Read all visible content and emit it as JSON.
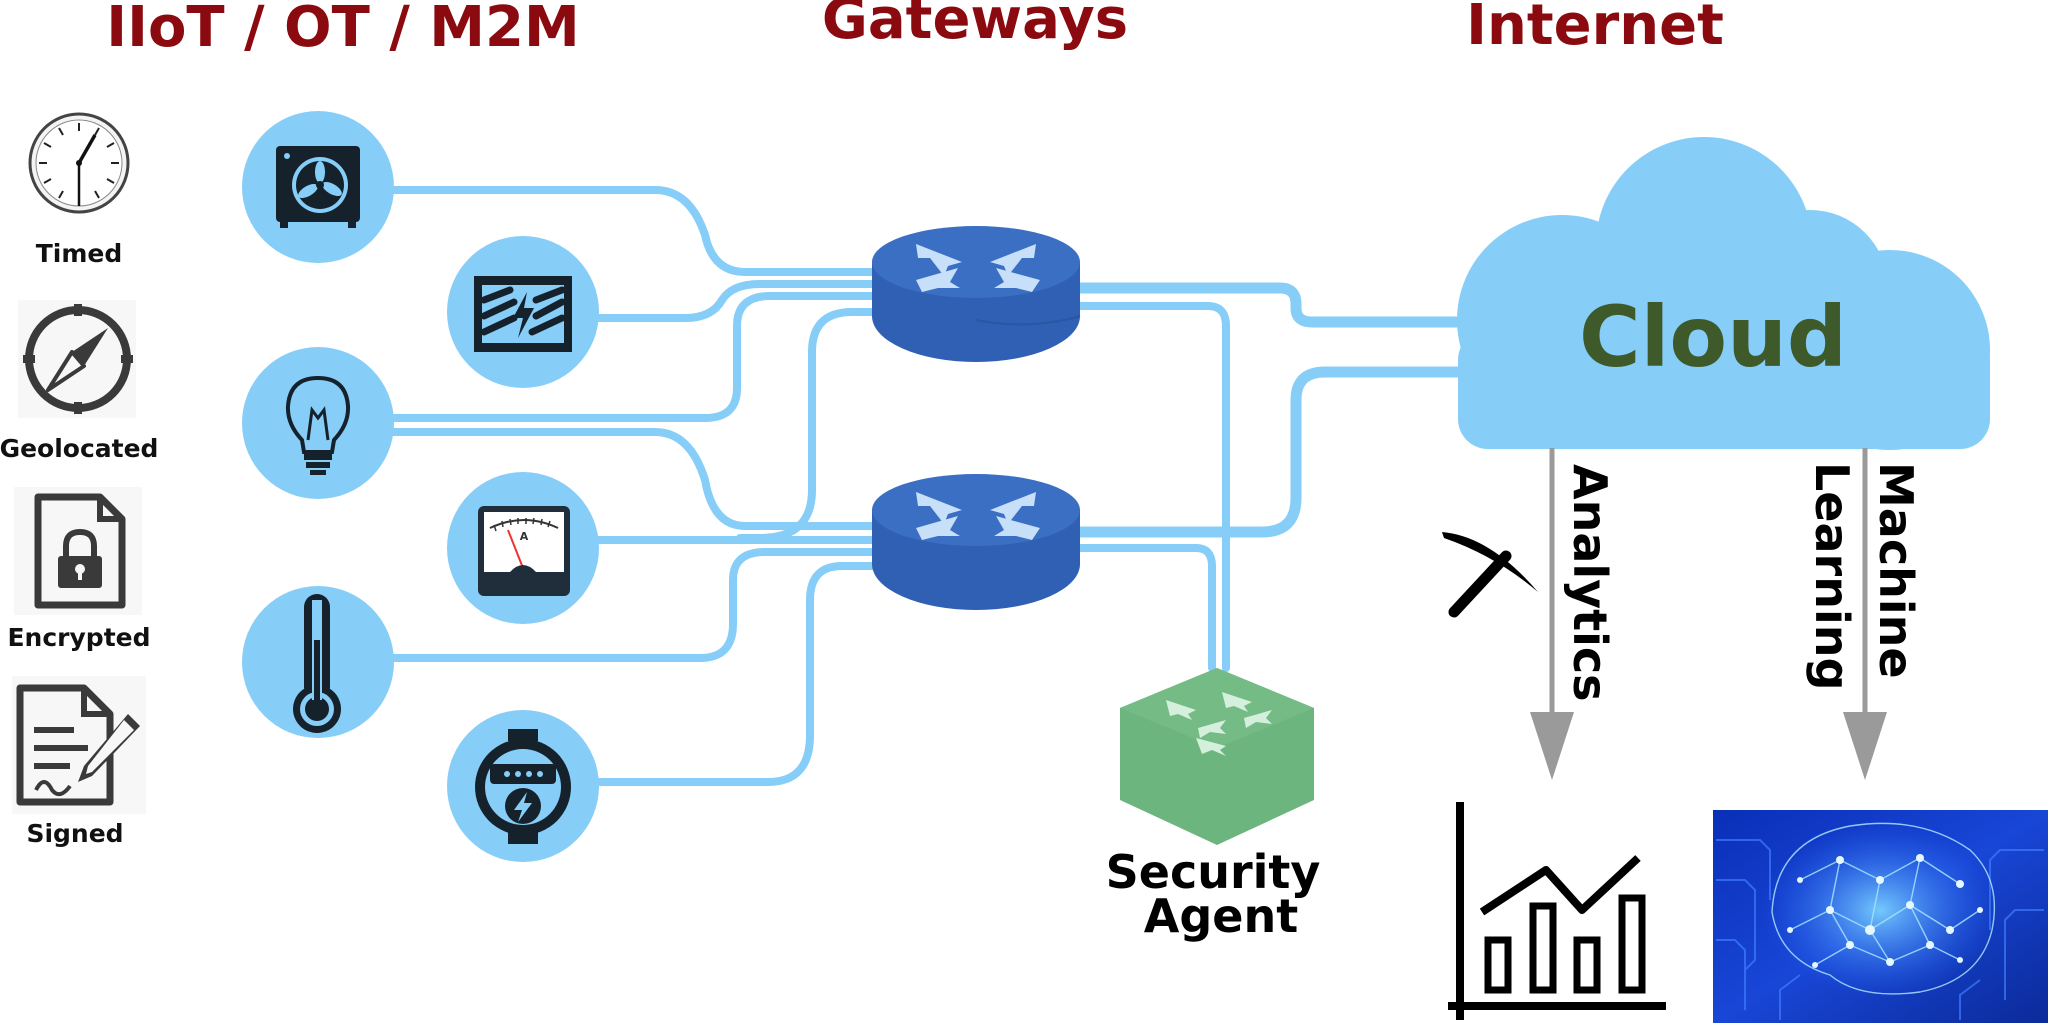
{
  "headings": {
    "iot": "IIoT / OT / M2M",
    "gateways": "Gateways",
    "internet": "Internet"
  },
  "properties": [
    {
      "label": "Timed",
      "icon": "clock-icon"
    },
    {
      "label": "Geolocated",
      "icon": "compass-icon"
    },
    {
      "label": "Encrypted",
      "icon": "locked-file-icon"
    },
    {
      "label": "Signed",
      "icon": "signed-document-icon"
    }
  ],
  "devices": [
    {
      "icon": "fan-unit-icon"
    },
    {
      "icon": "heater-coil-icon"
    },
    {
      "icon": "light-bulb-icon"
    },
    {
      "icon": "ammeter-icon"
    },
    {
      "icon": "thermometer-icon"
    },
    {
      "icon": "power-meter-icon"
    }
  ],
  "gateway_icons": [
    "router-icon",
    "router-icon"
  ],
  "security_agent": {
    "line1": "Security",
    "line2": "Agent",
    "icon": "switch-icon"
  },
  "cloud": {
    "label": "Cloud"
  },
  "outputs": {
    "analytics": "Analytics",
    "ml_line1": "Machine",
    "ml_line2": "Learning"
  },
  "colors": {
    "heading": "#8b0a0f",
    "wire": "#86cdf7",
    "router": "#3a6fc4",
    "switch": "#6db57f",
    "cloud": "#86cdf7",
    "cloud_text": "#3e5a2a"
  }
}
